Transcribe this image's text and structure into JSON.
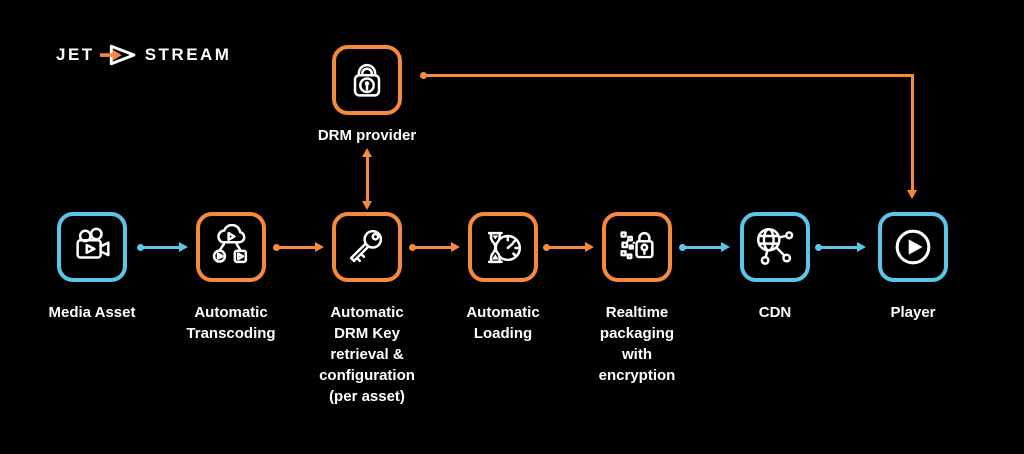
{
  "colors": {
    "background": "#000000",
    "orange": "#F58A3E",
    "blue": "#5BC6E8",
    "text": "#FFFFFF"
  },
  "logo": {
    "left": "JET",
    "right": "STREAM",
    "mark": "play-triangle-with-orange-arrow-icon"
  },
  "drm_provider": {
    "label": "DRM provider",
    "icon": "padlock-icon",
    "accent": "orange"
  },
  "nodes": [
    {
      "id": "media-asset",
      "label": "Media Asset",
      "accent": "blue",
      "icon": "video-camera-icon"
    },
    {
      "id": "automatic-transcoding",
      "label": "Automatic\nTranscoding",
      "accent": "orange",
      "icon": "cloud-transcoding-icon"
    },
    {
      "id": "drm-key",
      "label": "Automatic\nDRM Key\nretrieval &\nconfiguration\n(per asset)",
      "accent": "orange",
      "icon": "key-icon"
    },
    {
      "id": "automatic-loading",
      "label": "Automatic\nLoading",
      "accent": "orange",
      "icon": "hourglass-clock-icon"
    },
    {
      "id": "realtime-packaging",
      "label": "Realtime\npackaging\nwith\nencryption",
      "accent": "orange",
      "icon": "packaging-encryption-lock-icon"
    },
    {
      "id": "cdn",
      "label": "CDN",
      "accent": "blue",
      "icon": "globe-network-icon"
    },
    {
      "id": "player",
      "label": "Player",
      "accent": "blue",
      "icon": "play-circle-icon"
    }
  ],
  "connections": [
    {
      "from": "media-asset",
      "to": "automatic-transcoding",
      "color": "blue",
      "type": "arrow"
    },
    {
      "from": "automatic-transcoding",
      "to": "drm-key",
      "color": "orange",
      "type": "arrow"
    },
    {
      "from": "drm-key",
      "to": "automatic-loading",
      "color": "orange",
      "type": "arrow"
    },
    {
      "from": "automatic-loading",
      "to": "realtime-packaging",
      "color": "orange",
      "type": "arrow"
    },
    {
      "from": "realtime-packaging",
      "to": "cdn",
      "color": "blue",
      "type": "arrow"
    },
    {
      "from": "cdn",
      "to": "player",
      "color": "blue",
      "type": "arrow"
    },
    {
      "from": "drm-key",
      "to": "drm-provider",
      "color": "orange",
      "type": "double-arrow"
    },
    {
      "from": "drm-provider",
      "to": "player",
      "color": "orange",
      "type": "elbow-arrow"
    }
  ]
}
